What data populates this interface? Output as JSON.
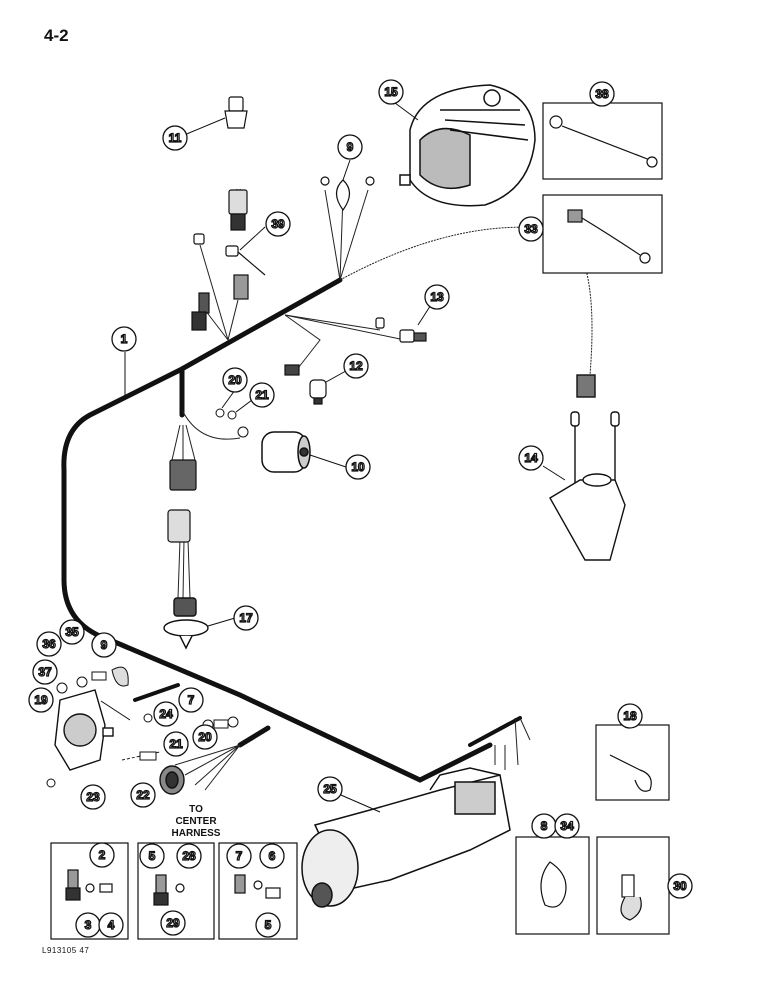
{
  "page": {
    "number": "4-2",
    "figure_code": "L913105 47"
  },
  "note": {
    "line1": "TO",
    "line2": "CENTER",
    "line3": "HARNESS"
  },
  "callouts": {
    "c1": "1",
    "c2": "2",
    "c3": "3",
    "c4": "4",
    "c5a": "5",
    "c5b": "5",
    "c6": "6",
    "c7a": "7",
    "c7b": "7",
    "c8": "8",
    "c9a": "9",
    "c9b": "9",
    "c10": "10",
    "c11": "11",
    "c12": "12",
    "c13": "13",
    "c14": "14",
    "c15": "15",
    "c17": "17",
    "c18": "18",
    "c19": "19",
    "c20a": "20",
    "c20b": "20",
    "c21a": "21",
    "c21b": "21",
    "c22": "22",
    "c23": "23",
    "c24": "24",
    "c25": "25",
    "c28": "28",
    "c29": "29",
    "c30": "30",
    "c33": "33",
    "c34": "34",
    "c35": "35",
    "c36": "36",
    "c37": "37",
    "c38": "38",
    "c39": "39"
  }
}
